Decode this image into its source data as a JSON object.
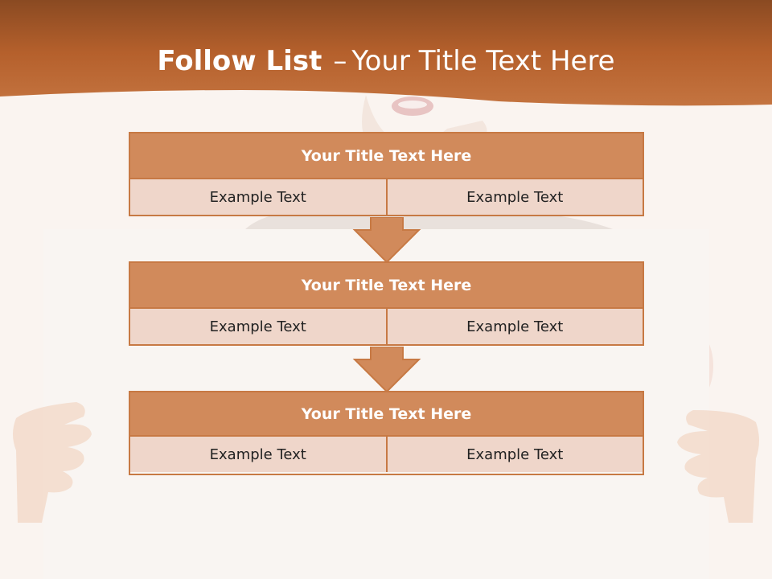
{
  "slide": {
    "title_bold": "Follow List",
    "title_separator": "–",
    "title_rest": "Your Title Text Here"
  },
  "colors": {
    "banner": "#b5602c",
    "header_fill": "#d18a5b",
    "cell_fill": "#efd6ca",
    "border": "#c77944",
    "background": "#faf4f0"
  },
  "blocks": [
    {
      "title": "Your Title Text Here",
      "cells": [
        "Example Text",
        "Example Text"
      ]
    },
    {
      "title": "Your Title Text Here",
      "cells": [
        "Example Text",
        "Example Text"
      ]
    },
    {
      "title": "Your Title Text Here",
      "cells": [
        "Example Text",
        "Example Text"
      ]
    }
  ],
  "icons": [
    "down-arrow-icon",
    "down-arrow-icon"
  ]
}
